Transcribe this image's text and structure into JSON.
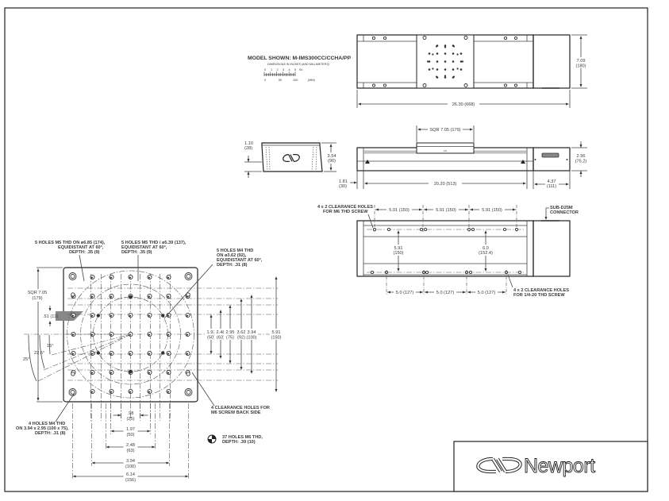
{
  "header": {
    "model_shown": "MODEL SHOWN: M-IMS300CC/CCHA/PP",
    "units_note": "DIMENSIONS IN INCHES (AND MILLIMETERS)",
    "scale": {
      "inch_ticks": [
        "0",
        "1",
        "2",
        "3",
        "4",
        "5"
      ],
      "inch_unit": "IN.",
      "mm_ticks": [
        "0",
        "50",
        "100"
      ],
      "mm_unit": "(MM)"
    }
  },
  "top_view": {
    "height_dim": "7.09",
    "height_dim_mm": "(180)",
    "length_dim": "26.30 (668)"
  },
  "end_view": {
    "dim_a": "1.10",
    "dim_a_mm": "(28)",
    "dim_b": "3.54",
    "dim_b_mm": "(90)"
  },
  "side_view": {
    "carriage_dim": "SQR 7.05 (179)",
    "height_dim": "2.96",
    "height_dim_mm": "(75.2)",
    "left_offset": "1.81",
    "left_offset_mm": "(30)",
    "travel_dim": "20.20 (513)",
    "motor_dim": "4.37",
    "motor_dim_mm": "(111)"
  },
  "bottom_view": {
    "m6_note_line1": "4 x 2 CLEARANCE HOLES",
    "m6_note_line2": "FOR M6 THD SCREW",
    "top_spacing": [
      "5.91 (150)",
      "5.91 (150)",
      "5.91 (150)"
    ],
    "connector_line1": "SUB-D25M",
    "connector_line2": "CONNECTOR",
    "row_spacing_a": "5.91",
    "row_spacing_a_mm": "(150)",
    "row_spacing_b": "6.0",
    "row_spacing_b_mm": "(152.4)",
    "bottom_spacing": [
      "5.0 (127)",
      "5.0 (127)",
      "5.0 (127)"
    ],
    "quarter_note_line1": "4 x 2 CLEARANCE HOLES",
    "quarter_note_line2": "FOR 1/4-20 THD SCREW"
  },
  "carriage_view": {
    "note_m5_outer": [
      "5 HOLES M5 THD ON ø6.85 (174),",
      "EQUIDISTANT AT 60°,",
      "DEPTH: .35 (9)"
    ],
    "note_m5_inner": [
      "5 HOLES M5 THD / ø5.39 (137),",
      "EQUIDISTANT AT 60°,",
      "DEPTH: .35 (9)"
    ],
    "note_m4_circle": [
      "5 HOLES M4 THD",
      "ON ø3.62 (92),",
      "EQUIDISTANT AT 60°,",
      "DEPTH: .31 (8)"
    ],
    "sqr_dim": "SQR 7.05",
    "sqr_dim_mm": "(179)",
    "edge_dim": ".51 (13)",
    "angles": [
      "15°",
      "22.5°",
      "25°"
    ],
    "vertical_dims": [
      {
        "in": "1.97",
        "mm": "(50)"
      },
      {
        "in": "2.48",
        "mm": "(63)"
      },
      {
        "in": "2.95",
        "mm": "(75)"
      },
      {
        "in": "3.62",
        "mm": "(92)"
      },
      {
        "in": "3.94",
        "mm": "(100)"
      },
      {
        "in": "5.91",
        "mm": "(150)"
      }
    ],
    "horizontal_dims": [
      {
        "in": ".98",
        "mm": "(25)"
      },
      {
        "in": "1.97",
        "mm": "(50)"
      },
      {
        "in": "2.48",
        "mm": "(63)"
      },
      {
        "in": "3.94",
        "mm": "(100)"
      },
      {
        "in": "6.14",
        "mm": "(156)"
      }
    ],
    "note_m4_rect": [
      "4 HOLES M4 THD",
      "ON 3.94 x 2.95 (100 x 75),",
      "DEPTH: .31 (8)"
    ],
    "note_back_side": [
      "4 CLEARANCE HOLES FOR",
      "M6 SCREW BACK SIDE"
    ],
    "legend_m6": [
      "37 HOLES M6 THD,",
      "DEPTH: .39 (10)"
    ]
  },
  "title_block": {
    "brand": "Newport"
  },
  "colors": {
    "line": "#333333",
    "frame": "#222222",
    "shade": "#888888"
  }
}
